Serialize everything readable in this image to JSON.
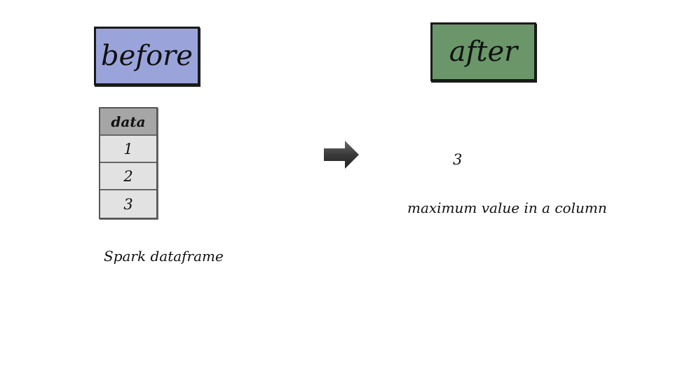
{
  "before": {
    "title": "before",
    "title_bg": "#9aa4db",
    "table": {
      "header": "data",
      "rows": [
        "1",
        "2",
        "3"
      ]
    },
    "caption": "Spark dataframe"
  },
  "after": {
    "title": "after",
    "title_bg": "#6a9669",
    "result_value": "3",
    "caption": "maximum value in a column"
  },
  "arrow": {
    "icon": "right-arrow-icon",
    "color": "#3a3a3a"
  }
}
